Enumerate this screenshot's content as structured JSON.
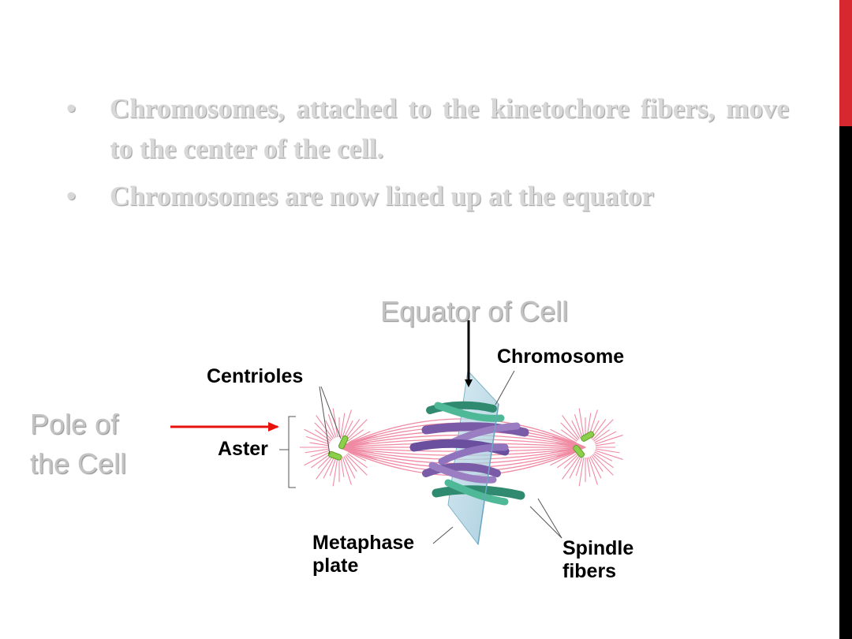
{
  "bullets": [
    {
      "marker": "•",
      "text": "Chromosomes, attached to the kinetochore fibers, move to the center of the cell."
    },
    {
      "marker": "•",
      "text": "Chromosomes are now lined up at the equator"
    }
  ],
  "diagram": {
    "labels": {
      "equator": "Equator of Cell",
      "pole_line1": "Pole of",
      "pole_line2": "the Cell",
      "chromosome": "Chromosome",
      "centrioles": "Centrioles",
      "aster": "Aster",
      "metaphase_line1": "Metaphase",
      "metaphase_line2": "plate",
      "spindle_line1": "Spindle",
      "spindle_line2": "fibers"
    },
    "colors": {
      "accent_red": "#d6282e",
      "accent_black": "#000000",
      "pole_arrow": "#e8120c",
      "spindle": "#f08aa3",
      "chromosome_green": "#3f9f85",
      "chromosome_purple": "#8a6bb3",
      "centriole": "#8ccf4a",
      "plate": "#a9cfe0"
    }
  }
}
